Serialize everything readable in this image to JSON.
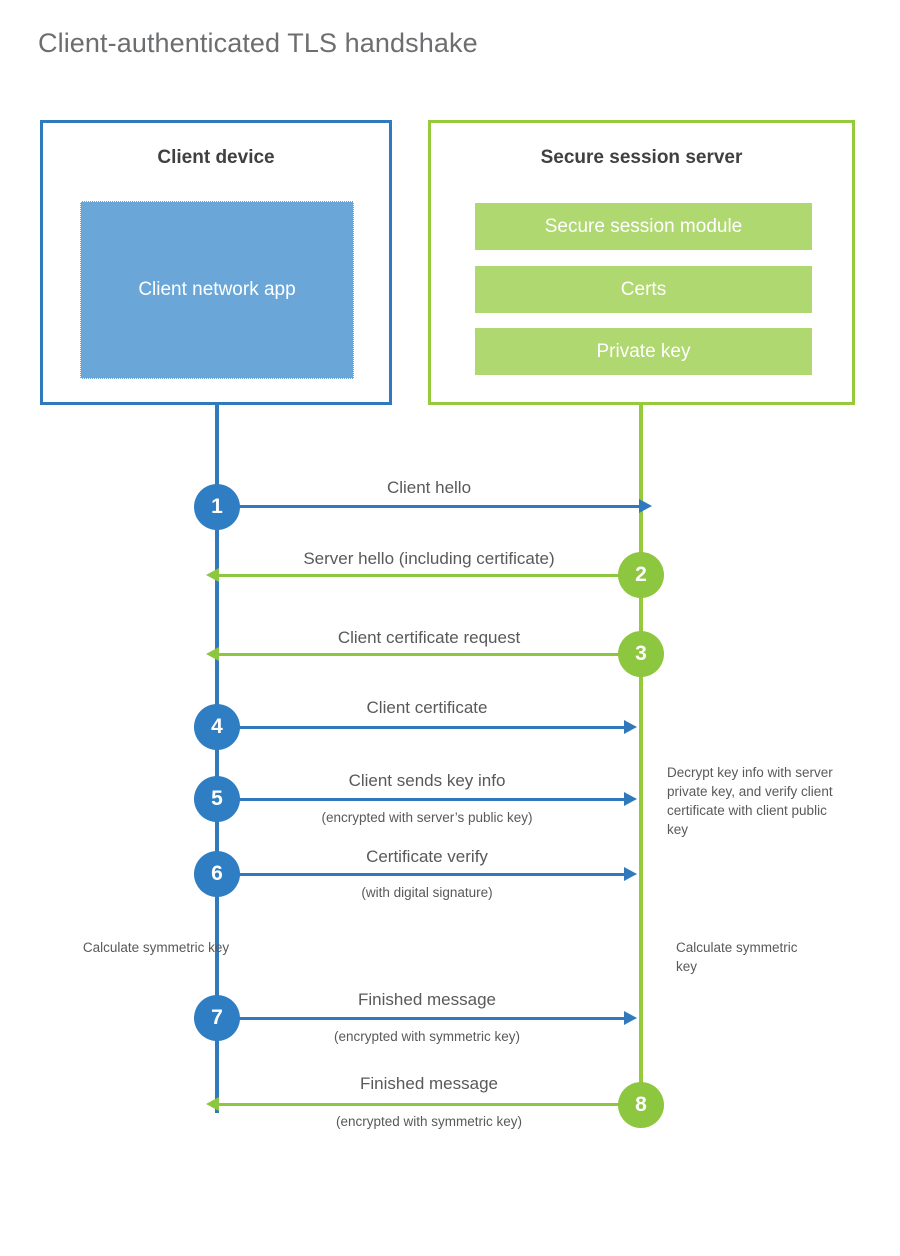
{
  "title": "Client-authenticated TLS handshake",
  "colors": {
    "client_blue": "#3179bd",
    "client_app_fill": "#6aa7d8",
    "server_green": "#97c93d",
    "server_bar_fill": "#b0d870",
    "circle_blue": "#2f7dc2",
    "circle_green": "#8dc63f",
    "text_gray": "#58595b",
    "title_gray": "#6d6e70",
    "heading_dark": "#404041",
    "background": "#ffffff"
  },
  "actors": {
    "client": {
      "title": "Client device",
      "app_label": "Client network app"
    },
    "server": {
      "title": "Secure session server",
      "components": [
        "Secure session module",
        "Certs",
        "Private key"
      ]
    }
  },
  "steps": [
    {
      "number": "1",
      "label": "Client hello",
      "sub": "",
      "from": "client",
      "to": "server",
      "color": "blue"
    },
    {
      "number": "2",
      "label": "Server hello (including certificate)",
      "sub": "",
      "from": "server",
      "to": "client",
      "color": "green"
    },
    {
      "number": "3",
      "label": "Client certificate request",
      "sub": "",
      "from": "server",
      "to": "client",
      "color": "green"
    },
    {
      "number": "4",
      "label": "Client certificate",
      "sub": "",
      "from": "client",
      "to": "server",
      "color": "blue"
    },
    {
      "number": "5",
      "label": "Client sends key info",
      "sub": "(encrypted with server’s public key)",
      "from": "client",
      "to": "server",
      "color": "blue"
    },
    {
      "number": "6",
      "label": "Certificate verify",
      "sub": "(with digital signature)",
      "from": "client",
      "to": "server",
      "color": "blue"
    },
    {
      "number": "7",
      "label": "Finished message",
      "sub": "(encrypted with symmetric key)",
      "from": "client",
      "to": "server",
      "color": "blue"
    },
    {
      "number": "8",
      "label": "Finished message",
      "sub": "(encrypted with symmetric key)",
      "from": "server",
      "to": "client",
      "color": "green"
    }
  ],
  "notes": {
    "server_decrypt": "Decrypt key info with server private key, and verify client certificate with client public key",
    "client_calc": "Calculate symmetric key",
    "server_calc": "Calculate symmetric key"
  }
}
